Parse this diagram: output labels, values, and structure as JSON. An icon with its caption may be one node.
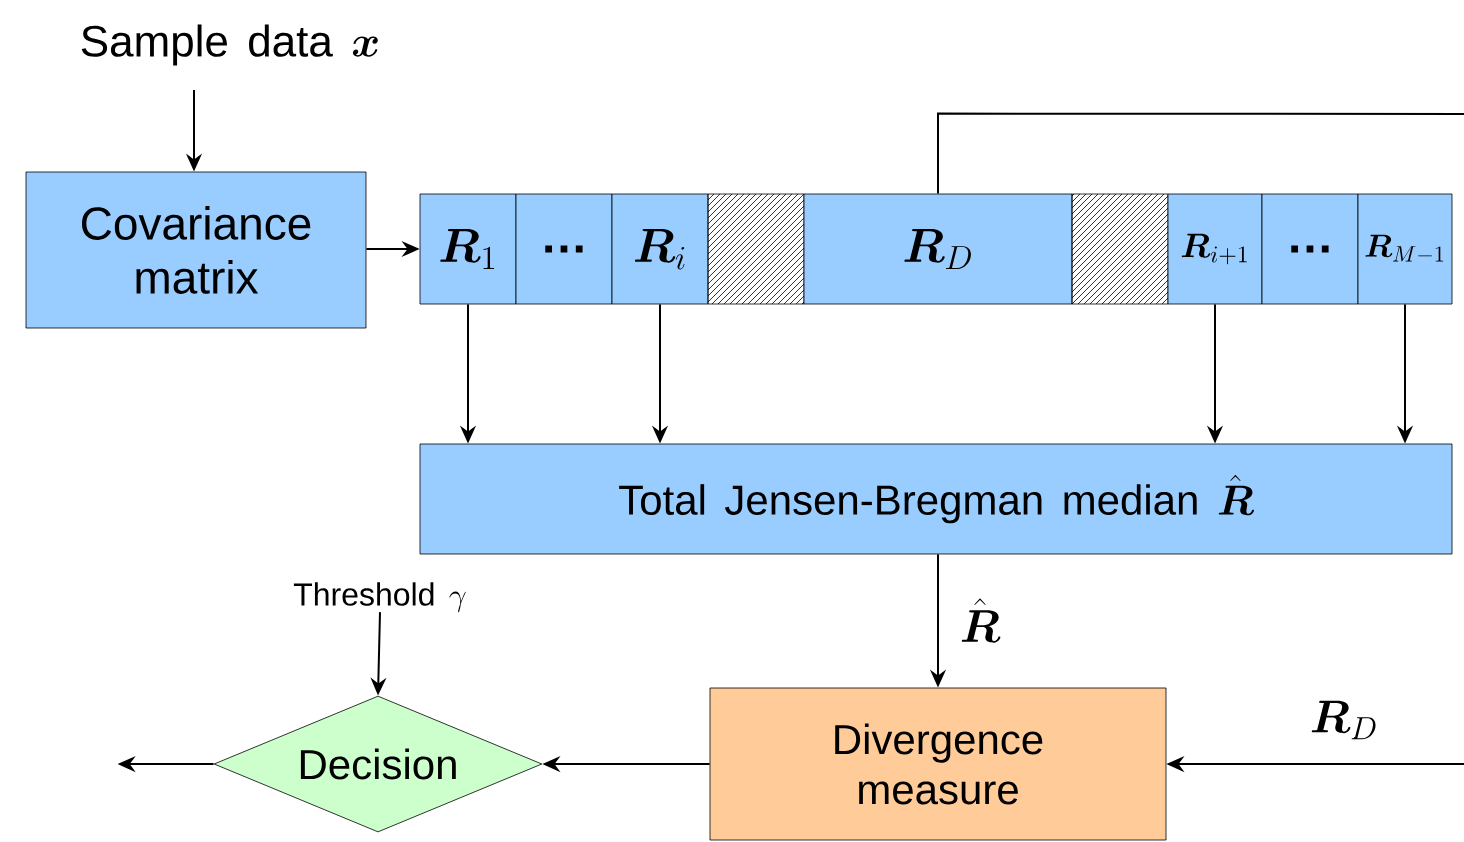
{
  "diagram": {
    "nodes": [
      {
        "text": [
          "Sample data",
          "\\boldsymbol{x}"
        ]
      },
      {
        "text": [
          "Covariance matrix"
        ]
      },
      {
        "text": [
          "\\boldsymbol{R}_{1}"
        ]
      },
      {
        "text": [
          "…"
        ]
      },
      {
        "text": [
          "\\boldsymbol{R}_{i}"
        ]
      },
      {
        "text": [],
        "shape": "box"
      },
      {
        "text": [
          "\\boldsymbol{R}_{D}"
        ]
      },
      {
        "text": [],
        "shape": "box"
      },
      {
        "text": [
          "\\boldsymbol{R}_{i+1}"
        ]
      },
      {
        "text": [
          "…"
        ]
      },
      {
        "text": [
          "\\boldsymbol{R}_{M-1}"
        ]
      },
      {
        "text": [
          "Total Jensen-Bregman median",
          "\\hat{\\boldsymbol{R}}"
        ]
      },
      {
        "text": [
          "Threshold",
          "\\gamma"
        ]
      },
      {
        "text": [
          "Divergence measure"
        ]
      },
      {
        "text": [
          "Decision"
        ]
      }
    ],
    "edges": [
      {
        "from": 0,
        "to": 1,
        "arrow": "to"
      },
      {
        "from": 1,
        "to": 2,
        "arrow": "to"
      },
      {
        "from": 2,
        "to": 11,
        "arrow": "to"
      },
      {
        "from": 4,
        "to": 11,
        "arrow": "to"
      },
      {
        "from": 8,
        "to": 11,
        "arrow": "to"
      },
      {
        "from": 10,
        "to": 11,
        "arrow": "to"
      },
      {
        "from": 6,
        "to": 13,
        "arrow": "to",
        "label": "\\boldsymbol{R}_{D}"
      },
      {
        "from": 11,
        "to": 13,
        "arrow": "to",
        "label": "\\hat{\\boldsymbol{R}}"
      },
      {
        "from": 12,
        "to": 14,
        "arrow": "to"
      },
      {
        "from": 13,
        "to": 14,
        "arrow": "to"
      },
      {
        "from": 14,
        "to": null,
        "arrow": "to"
      }
    ]
  }
}
